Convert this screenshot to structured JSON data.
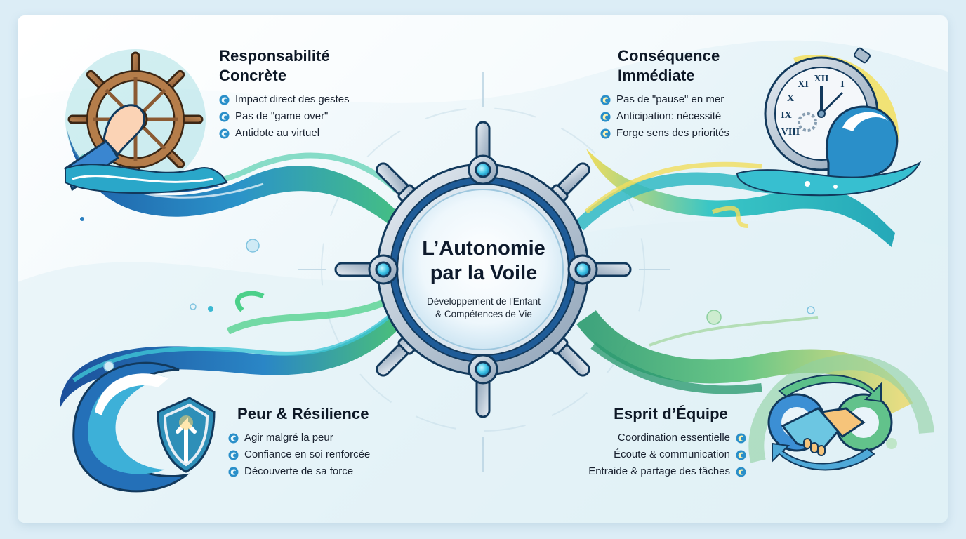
{
  "infographic": {
    "center": {
      "title_line1": "L’Autonomie",
      "title_line2": "par la Voile",
      "subtitle_line1": "Développement de l'Enfant",
      "subtitle_line2": "& Compétences de Vie",
      "icon": "ship-wheel-icon"
    },
    "quadrants": [
      {
        "id": "top-left",
        "title_line1": "Responsabilité",
        "title_line2": "Concrète",
        "icon": "ship-wheel-hand-icon",
        "items": [
          "Impact direct des gestes",
          "Pas de \"game over\"",
          "Antidote au virtuel"
        ]
      },
      {
        "id": "top-right",
        "title_line1": "Conséquence",
        "title_line2": "Immédiate",
        "icon": "stopwatch-wave-icon",
        "items": [
          "Pas de \"pause\" en mer",
          "Anticipation: nécessité",
          "Forge sens des priorités"
        ]
      },
      {
        "id": "bottom-left",
        "title_line1": "Peur & Résilience",
        "icon": "wave-shield-icon",
        "items": [
          "Agir malgré la peur",
          "Confiance en soi renforcée",
          "Découverte de sa force"
        ]
      },
      {
        "id": "bottom-right",
        "title_line1": "Esprit d’Équipe",
        "icon": "handshake-gears-icon",
        "items": [
          "Coordination essentielle",
          "Écoute & communication",
          "Entraide & partage des tâches"
        ]
      }
    ],
    "bullet_icon": "wave-bullet-icon",
    "colors": {
      "dark_blue": "#1d5fa6",
      "ocean_blue": "#2a8fc9",
      "teal": "#2ec4c0",
      "green": "#4cc27a",
      "yellow": "#f3dc5a",
      "steel": "#c8d3de",
      "outline": "#12395c",
      "text": "#0e1826"
    }
  }
}
